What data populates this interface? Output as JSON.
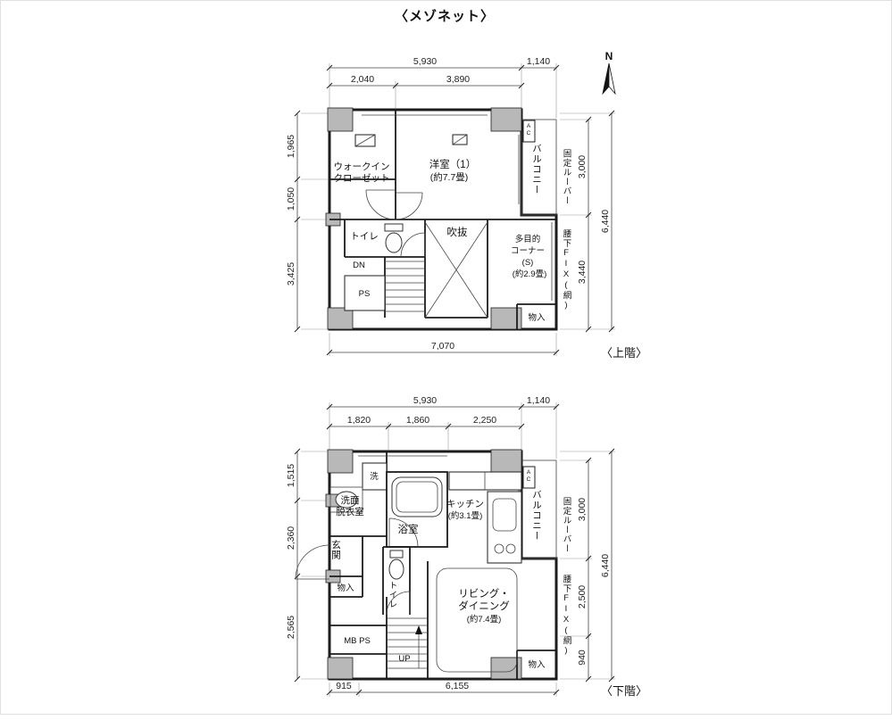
{
  "page": {
    "title": "〈メゾネット〉"
  },
  "compass": {
    "north_label": "N"
  },
  "upper": {
    "floor_label": "〈上階〉",
    "dims": {
      "top_main": "5,930",
      "top_balcony": "1,140",
      "sub_left": "2,040",
      "sub_right": "3,890",
      "left_top": "1,965",
      "left_mid": "1,050",
      "left_bottom": "3,425",
      "right_top": "3,000",
      "right_bottom": "3,440",
      "right_total": "6,440",
      "bottom_total": "7,070"
    },
    "rooms": {
      "wic_line1": "ウォークイン",
      "wic_line2": "クローゼット",
      "bedroom_line1": "洋室（1）",
      "bedroom_line2": "(約7.7畳)",
      "balcony": "バルコニー",
      "toilet": "トイレ",
      "void": "吹抜",
      "multi_line1": "多目的",
      "multi_line2": "コーナー",
      "multi_line3": "(S)",
      "multi_line4": "(約2.9畳)",
      "stairs": "DN",
      "ps": "PS",
      "storage": "物入"
    },
    "notes": {
      "louver": "固定ルーバー",
      "fix_window": "腰下FIX(網)",
      "ac": "AC"
    }
  },
  "lower": {
    "floor_label": "〈下階〉",
    "dims": {
      "top_main": "5,930",
      "top_balcony": "1,140",
      "sub1": "1,820",
      "sub2": "1,860",
      "sub3": "2,250",
      "left_top": "1,515",
      "left_mid": "2,360",
      "left_bottom": "2,565",
      "right_top": "3,000",
      "right_mid": "2,500",
      "right_bottom": "940",
      "right_total": "6,440",
      "bottom_left": "915",
      "bottom_main": "6,155"
    },
    "rooms": {
      "washer": "洗",
      "washroom_line1": "洗面",
      "washroom_line2": "脱衣室",
      "bathroom": "浴室",
      "kitchen_line1": "キッチン",
      "kitchen_line2": "(約3.1畳)",
      "balcony": "バルコニー",
      "entrance": "玄関",
      "storage_left": "物入",
      "toilet": "トイレ",
      "living_line1": "リビング・",
      "living_line2": "ダイニング",
      "living_line3": "(約7.4畳)",
      "mb_ps": "MB PS",
      "stairs": "UP",
      "storage_right": "物入"
    },
    "notes": {
      "louver": "固定ルーバー",
      "fix_window": "腰下FIX(網)",
      "ac": "AC"
    }
  }
}
